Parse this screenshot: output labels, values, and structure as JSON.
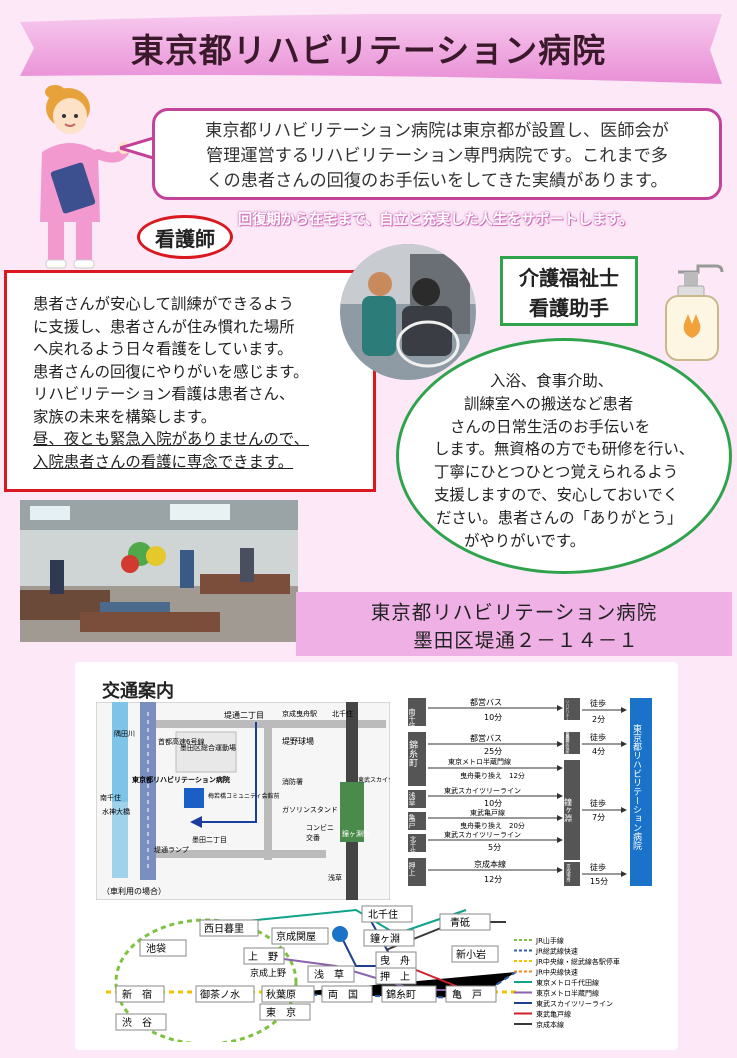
{
  "title": "東京都リハビリテーション病院",
  "intro_lines": [
    "東京都リハビリテーション病院は東京都が設置し、医師会が",
    "管理運営するリハビリテーション専門病院です。これまで多",
    "くの患者さんの回復のお手伝いをしてきた実績があります。"
  ],
  "tagline": "回復期から在宅まで、自立と充実した人生をサポートします。",
  "nurse": {
    "label": "看護師",
    "lines": [
      "患者さんが安心して訓練ができるよう",
      "に支援し、患者さんが住み慣れた場所",
      "へ戻れるよう日々看護をしています。",
      "患者さんの回復にやりがいを感じます。",
      "リハビリテーション看護は患者さん、",
      "家族の未来を構築します。"
    ],
    "underlined_lines": [
      "昼、夜とも緊急入院がありませんので、",
      "入院患者さんの看護に専念できます。"
    ]
  },
  "care": {
    "label_line1": "介護福祉士",
    "label_line2": "看護助手",
    "lines": [
      "入浴、食事介助、",
      "訓練室への搬送など患者",
      "さんの日常生活のお手伝いを",
      "します。無資格の方でも研修を行い、",
      "丁寧にひとつひとつ覚えられるよう",
      "支援しますので、安心しておいでく",
      "ださい。患者さんの「ありがとう」",
      "がやりがいです。"
    ]
  },
  "address": {
    "name": "東京都リハビリテーション病院",
    "street": "墨田区堤通２－１４－１"
  },
  "access": {
    "title": "交通案内",
    "map_labels": {
      "tsutsumi": "堤通二丁目",
      "keisei_hikifune": "京成曳舟駅",
      "kita_senju": "北千住",
      "highway": "首都高速6号線",
      "sports": "墨田区総合運動場",
      "baseball": "堤野球場",
      "hospital": "東京都リハビリテーション病院",
      "umewaka": "梅若橋コミュニティ会館前",
      "fire": "消防署",
      "gas": "ガソリンスタンド",
      "conv": "コンビニ",
      "koban": "交番",
      "suijin": "水神大橋",
      "minamisenju": "南千住",
      "sumida_river": "隅田川",
      "tsutsumi_lamp": "堤通ランプ",
      "sumida2": "墨田二丁目",
      "tobu": "東武スカイツリーライン",
      "kanegafuchi": "鐘ヶ淵駅",
      "asakusa": "浅草",
      "car": "（車利用の場合）"
    },
    "routes": {
      "minami_senju": "南千住",
      "kinshicho": "錦糸町",
      "asakusa": "浅草",
      "kameido": "亀戸",
      "kita_senju": "北千住",
      "oshiage": "押上",
      "toei_bus": "都営バス",
      "min10": "10分",
      "min25": "25分",
      "hanzomon": "東京メトロ半蔵門線",
      "hikifune_12": "曳舟乗り換え　12分",
      "skytree": "東武スカイツリーライン",
      "kameido_line": "東武亀戸線",
      "hikifune_20": "曳舟乗り換え　20分",
      "min5": "5分",
      "keisei": "京成本線",
      "min12": "12分",
      "stop1": "リハビリテーション病院前",
      "stop2": "墨田区役所",
      "kanegafuchi": "鐘ヶ淵",
      "hikifune_st": "京成曳舟",
      "walk": "徒歩",
      "w2": "2分",
      "w4": "4分",
      "w7": "7分",
      "w15": "15分",
      "dest": "東京都リハビリテーション病院"
    },
    "stations": {
      "kita_senju": "北千住",
      "aoto": "青砥",
      "nishi_nippori": "西日暮里",
      "keisei_sekiya": "京成関屋",
      "kanegafuchi": "鐘ヶ淵",
      "ikebukuro": "池袋",
      "ueno": "上　野",
      "keisei_ueno": "京成上野",
      "hikifune": "曳　舟",
      "shin_koiwa": "新小岩",
      "asakusa": "浅　草",
      "oshiage": "押　上",
      "shinjuku": "新　宿",
      "ochanomizu": "御茶ノ水",
      "akihabara": "秋葉原",
      "ryogoku": "両　国",
      "kinshicho": "錦糸町",
      "kameido": "亀　戸",
      "tokyo": "東　京",
      "shibuya": "渋　谷"
    },
    "legend": [
      {
        "name": "JR山手線",
        "color": "#7fc241",
        "dash": true
      },
      {
        "name": "JR総武線快速",
        "color": "#2f5fa8",
        "dash": true
      },
      {
        "name": "JR中央線・総武線各駅停車",
        "color": "#f2c200",
        "dash": true
      },
      {
        "name": "JR中央線快速",
        "color": "#f08a24",
        "dash": true
      },
      {
        "name": "東京メトロ千代田線",
        "color": "#0fa38a",
        "dash": false
      },
      {
        "name": "東京メトロ半蔵門線",
        "color": "#8a62ad",
        "dash": false
      },
      {
        "name": "東武スカイツリーライン",
        "color": "#1f3f8f",
        "dash": false
      },
      {
        "name": "東武亀戸線",
        "color": "#d21e2b",
        "dash": false
      },
      {
        "name": "京成本線",
        "color": "#3a3a3a",
        "dash": false
      }
    ]
  }
}
